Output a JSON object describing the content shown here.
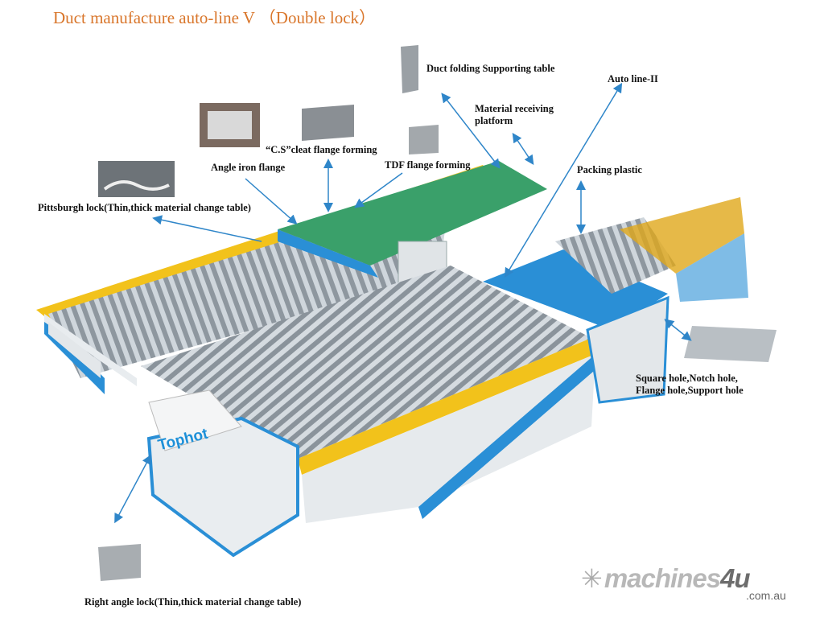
{
  "title": "Duct manufacture auto-line V （Double lock）",
  "labels": {
    "duct_folding": "Duct folding Supporting table",
    "auto_line_ii": "Auto line-II",
    "material_receiving_1": "Material receiving",
    "material_receiving_2": "platform",
    "cs_cleat": "“C.S”cleat flange forming",
    "angle_iron": "Angle iron flange",
    "tdf": "TDF flange forming",
    "packing_plastic": "Packing plastic",
    "pittsburgh": "Pittsburgh lock(Thin,thick material change table)",
    "holes_1": "Square hole,Notch hole,",
    "holes_2": "Flange hole,Support hole",
    "right_angle": "Right angle lock(Thin,thick material change table)"
  },
  "machine_brand": "Tophot",
  "watermark": {
    "word": "machines",
    "num": "4u",
    "domain": ".com.au"
  },
  "colors": {
    "title": "#d9762b",
    "frame": "#2a8fd6",
    "arrow": "#2f86c9",
    "accent": "#f2c21b"
  }
}
